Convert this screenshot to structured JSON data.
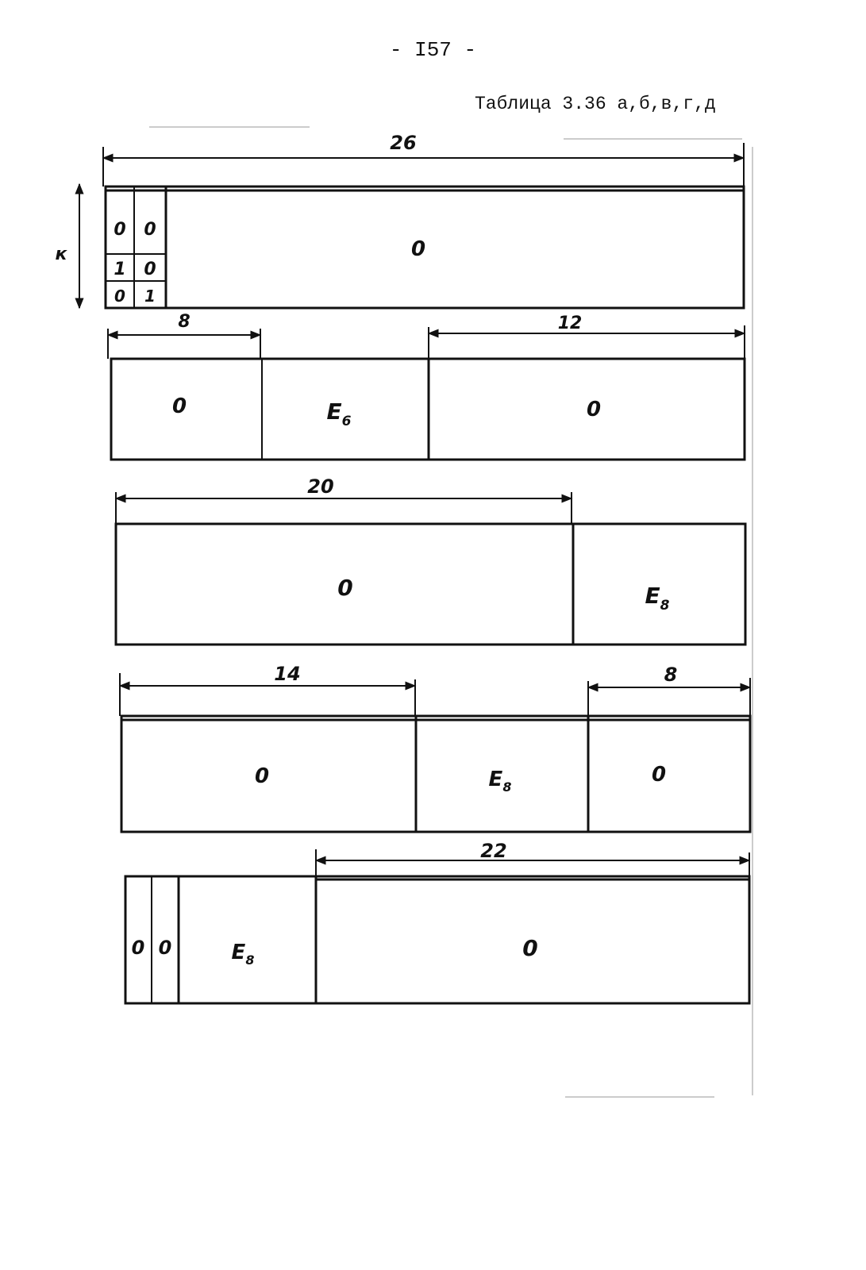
{
  "page": {
    "number": "- I57 -",
    "caption": "Таблица 3.36 а,б,в,г,д"
  },
  "diagram_a": {
    "side_label": "к",
    "dimension": "26",
    "cells": {
      "grid_r1c1": "0",
      "grid_r1c2": "0",
      "grid_r2c1": "1",
      "grid_r2c2": "0",
      "grid_r3c1": "0",
      "grid_r3c2": "1",
      "main": "0"
    }
  },
  "diagram_b": {
    "dim_left": "8",
    "dim_right": "12",
    "cells": {
      "left": "0",
      "middle_main": "E",
      "middle_sub": "6",
      "right": "0"
    }
  },
  "diagram_c": {
    "dimension": "20",
    "cells": {
      "left": "0",
      "right_main": "E",
      "right_sub": "8"
    }
  },
  "diagram_d": {
    "dim_left": "14",
    "dim_right": "8",
    "cells": {
      "left": "0",
      "middle_main": "E",
      "middle_sub": "8",
      "right": "0"
    }
  },
  "diagram_e": {
    "dimension": "22",
    "cells": {
      "narrow1": "0",
      "narrow2": "0",
      "middle_main": "E",
      "middle_sub": "8",
      "right": "0"
    }
  }
}
